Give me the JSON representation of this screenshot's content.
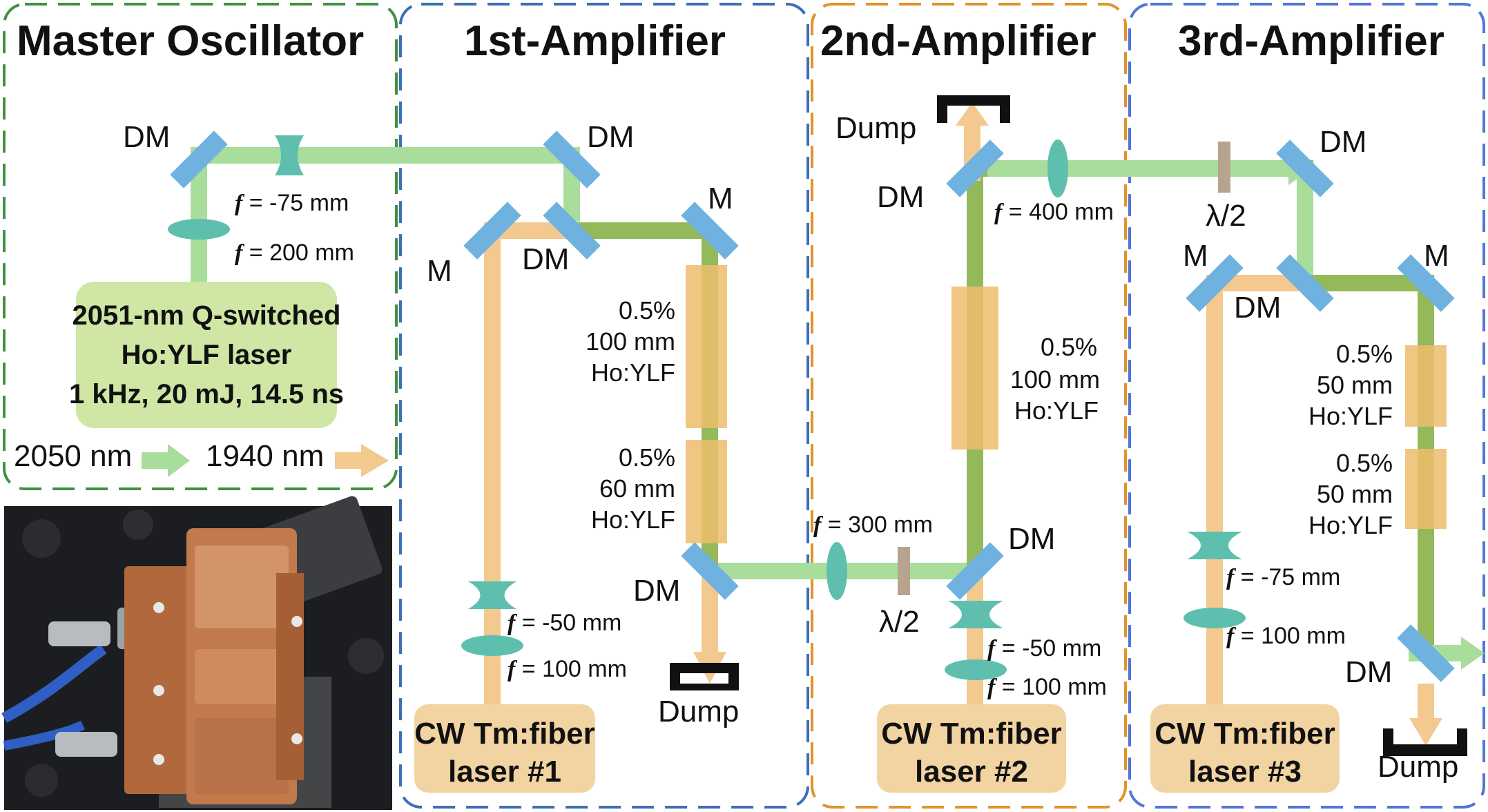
{
  "sections": {
    "master": "Master Oscillator",
    "amp1": "1st-Amplifier",
    "amp2": "2nd-Amplifier",
    "amp3": "3rd-Amplifier"
  },
  "seed_laser": {
    "line1": "2051-nm Q-switched",
    "line2": "Ho:YLF laser",
    "line3": "1 kHz, 20 mJ, 14.5 ns"
  },
  "legend": {
    "green_wavelength": "2050 nm",
    "orange_wavelength": "1940 nm"
  },
  "pump_lasers": {
    "p1_line1": "CW Tm:fiber",
    "p1_line2": "laser #1",
    "p2_line1": "CW Tm:fiber",
    "p2_line2": "laser #2",
    "p3_line1": "CW Tm:fiber",
    "p3_line2": "laser #3"
  },
  "labels": {
    "dm": "DM",
    "m": "M",
    "dump": "Dump",
    "half_wave": "λ/2",
    "f_symbol": "f"
  },
  "lenses": {
    "mo_neg": " = -75 mm",
    "mo_pos": " = 200 mm",
    "a1_neg": " = -50 mm",
    "a1_pos": " = 100 mm",
    "a2_relay": " = 300 mm",
    "a2_neg": " = -50 mm",
    "a2_pos": " = 100 mm",
    "a3_relay": " = 400 mm",
    "a3_neg": " = -75 mm",
    "a3_pos": " = 100 mm"
  },
  "crystals": {
    "a1_c1": [
      "0.5%",
      "100 mm",
      "Ho:YLF"
    ],
    "a1_c2": [
      "0.5%",
      "60 mm",
      "Ho:YLF"
    ],
    "a2_c1": [
      "0.5%",
      "100 mm",
      "Ho:YLF"
    ],
    "a3_c1": [
      "0.5%",
      "50 mm",
      "Ho:YLF"
    ],
    "a3_c2": [
      "0.5%",
      "50 mm",
      "Ho:YLF"
    ]
  },
  "colors": {
    "seed_beam": "#a9dd9c",
    "amplified_beam": "#93b95a",
    "pump_beam": "#f3c98f",
    "mirror": "#6fb2e0",
    "lens": "#5fbfae",
    "waveplate": "#b8a48e",
    "seed_box": "#cfe6a4",
    "pump_box": "#f2d3a2",
    "master_border": "#3f9142",
    "amp1_border": "#3c6fb7",
    "amp2_border": "#e1942c",
    "amp3_border": "#5276d8"
  }
}
